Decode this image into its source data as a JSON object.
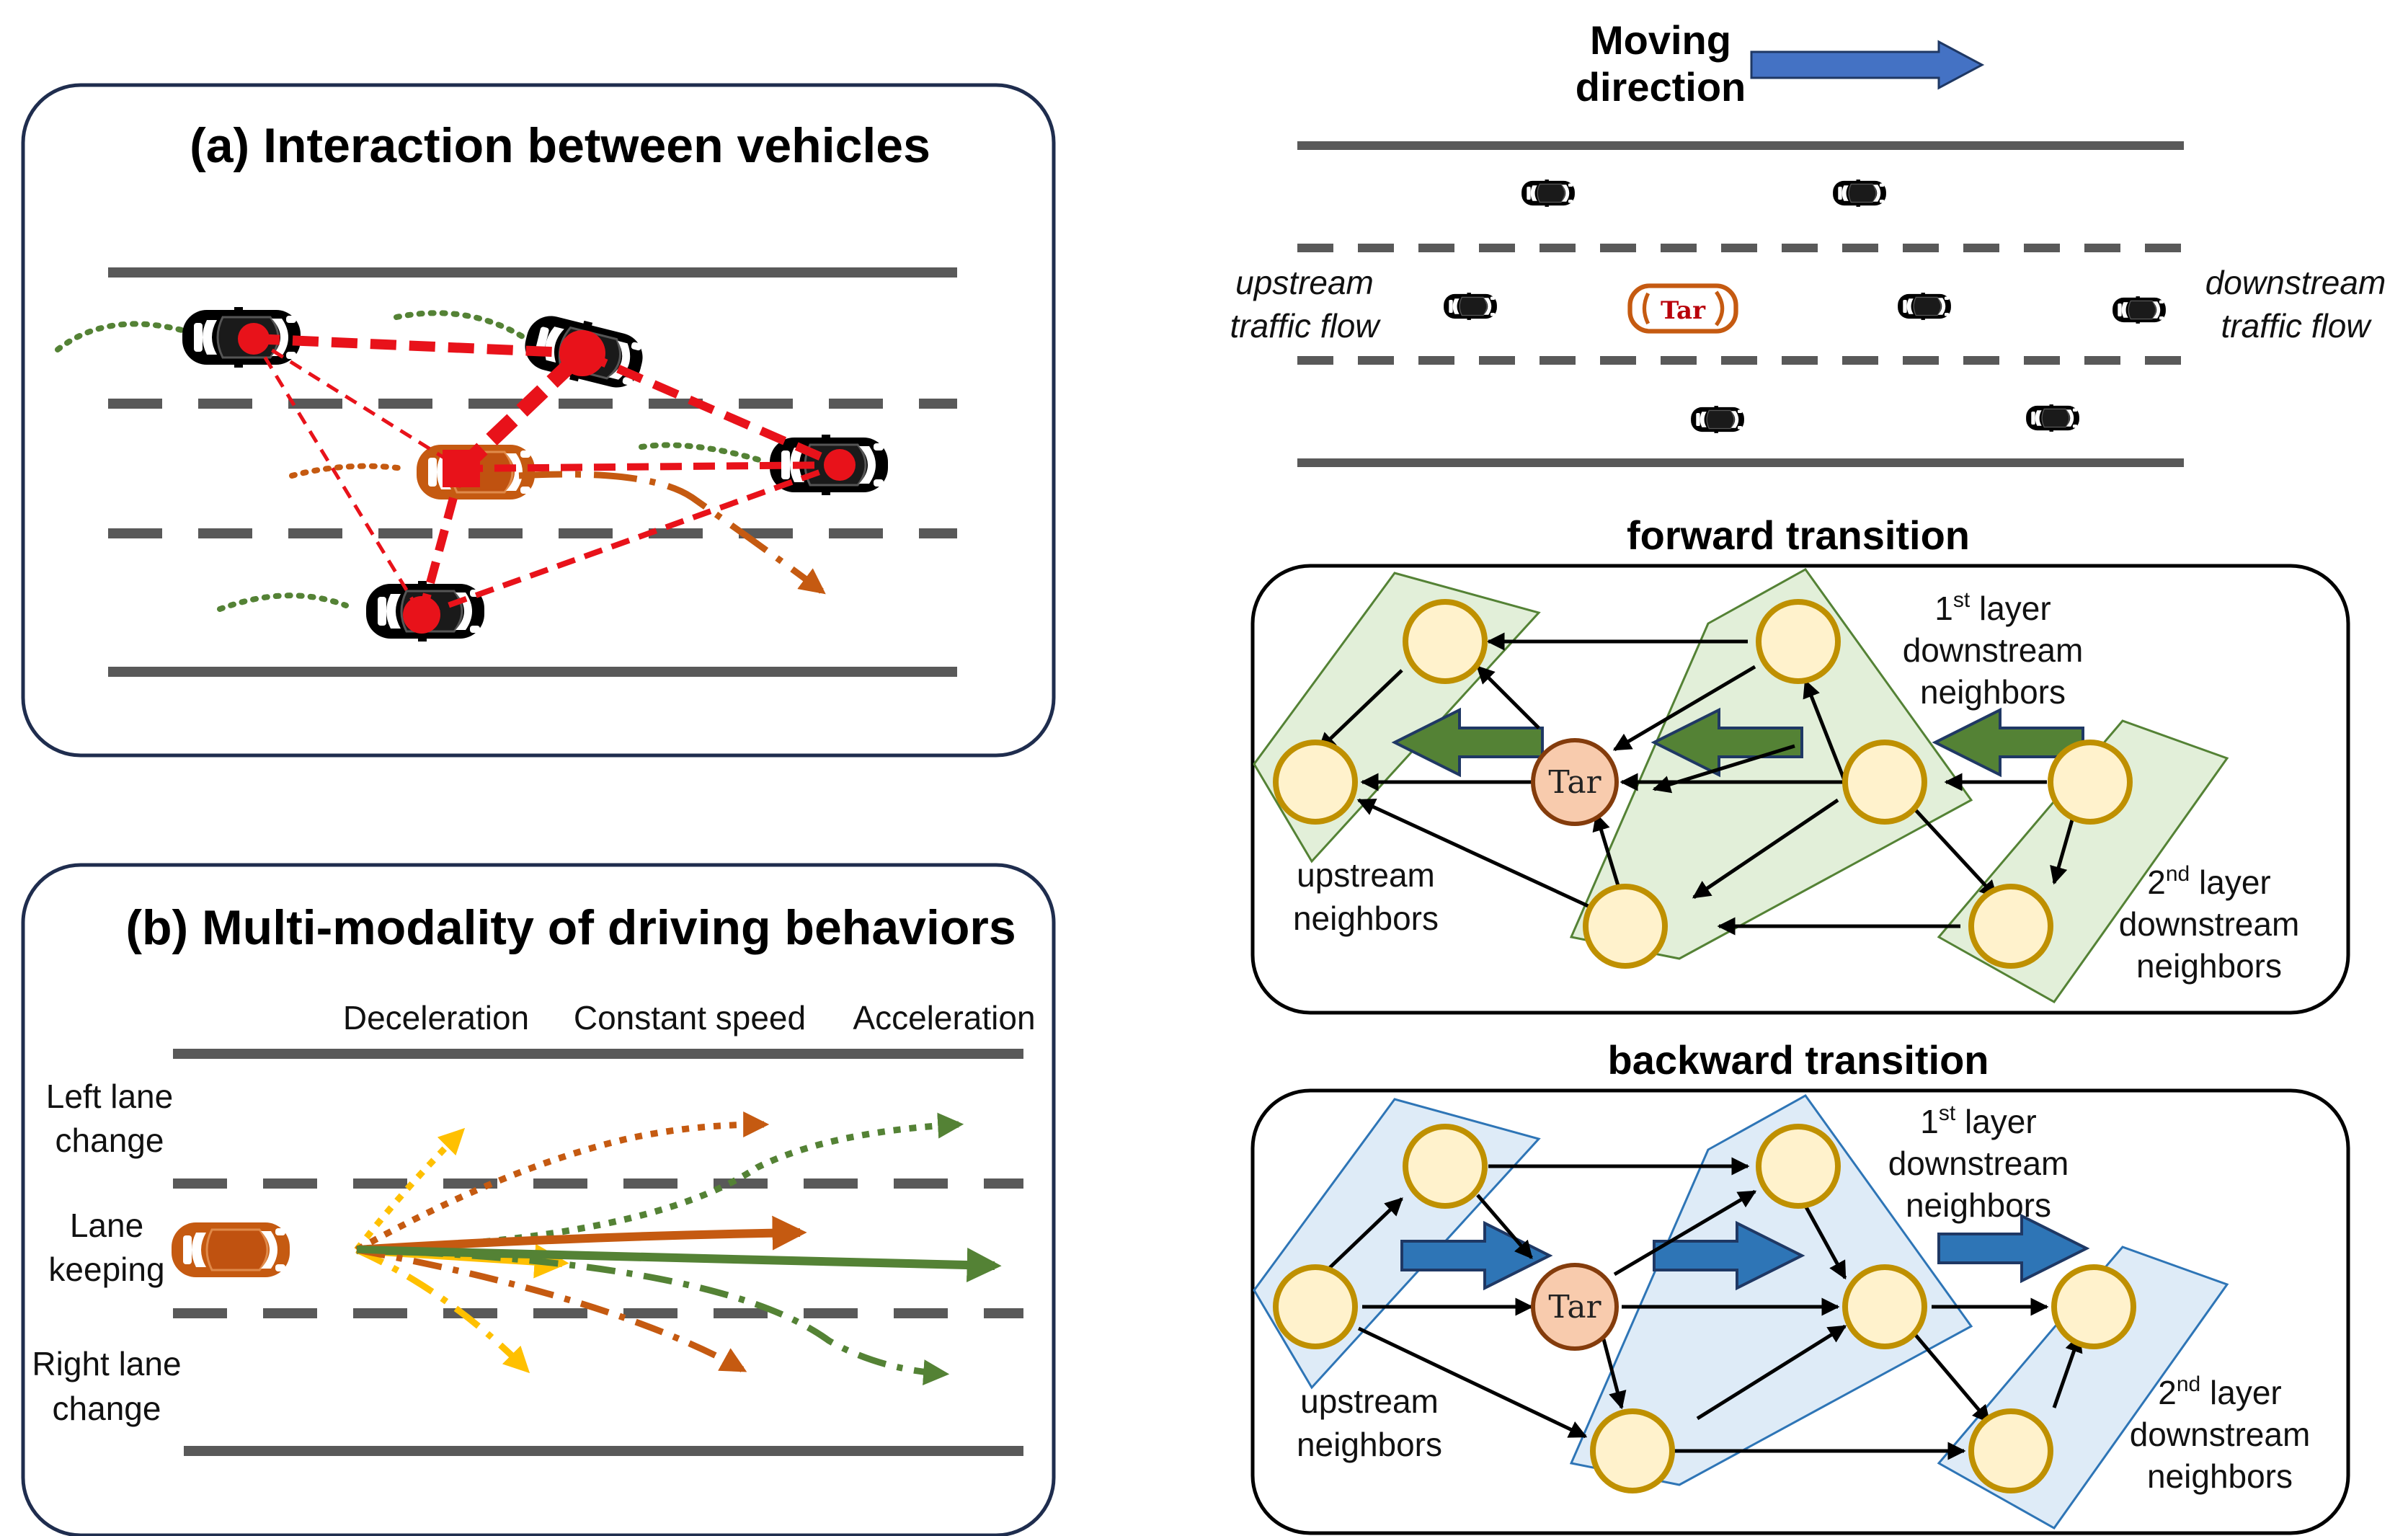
{
  "panel_a": {
    "title": "(a) Interaction between vehicles"
  },
  "panel_b": {
    "title": "(b) Multi-modality of driving behaviors",
    "columns": [
      "Deceleration",
      "Constant speed",
      "Acceleration"
    ],
    "rows": [
      [
        "Left lane",
        "change"
      ],
      [
        "Lane",
        "keeping"
      ],
      [
        "Right lane",
        "change"
      ]
    ]
  },
  "road": {
    "moving_direction": [
      "Moving",
      "direction"
    ],
    "upstream": [
      "upstream",
      "traffic flow"
    ],
    "downstream": [
      "downstream",
      "traffic flow"
    ],
    "target_label": "Tar"
  },
  "forward": {
    "title": "forward transition",
    "first_layer": [
      "1",
      "st",
      " layer",
      "downstream",
      "neighbors"
    ],
    "second_layer": [
      "2",
      "nd",
      " layer",
      "downstream",
      "neighbors"
    ],
    "upstream": [
      "upstream",
      "neighbors"
    ],
    "target_label": "Tar"
  },
  "backward": {
    "title": "backward transition",
    "first_layer": [
      "1",
      "st",
      " layer",
      "downstream",
      "neighbors"
    ],
    "second_layer": [
      "2",
      "nd",
      " layer",
      "downstream",
      "neighbors"
    ],
    "upstream": [
      "upstream",
      "neighbors"
    ],
    "target_label": "Tar"
  },
  "colors": {
    "interaction_red": "#e8121a",
    "target_orange": "#c55a11",
    "node_fill": "#fff2cc",
    "node_stroke": "#bf9000",
    "target_node_fill": "#f8cbad",
    "forward_band": "#e2efd9",
    "forward_band_stroke": "#548235",
    "backward_band": "#deebf7",
    "backward_band_stroke": "#2e75b6",
    "yellow": "#ffc000",
    "green": "#548235",
    "blue_arrow": "#2e75b6"
  }
}
